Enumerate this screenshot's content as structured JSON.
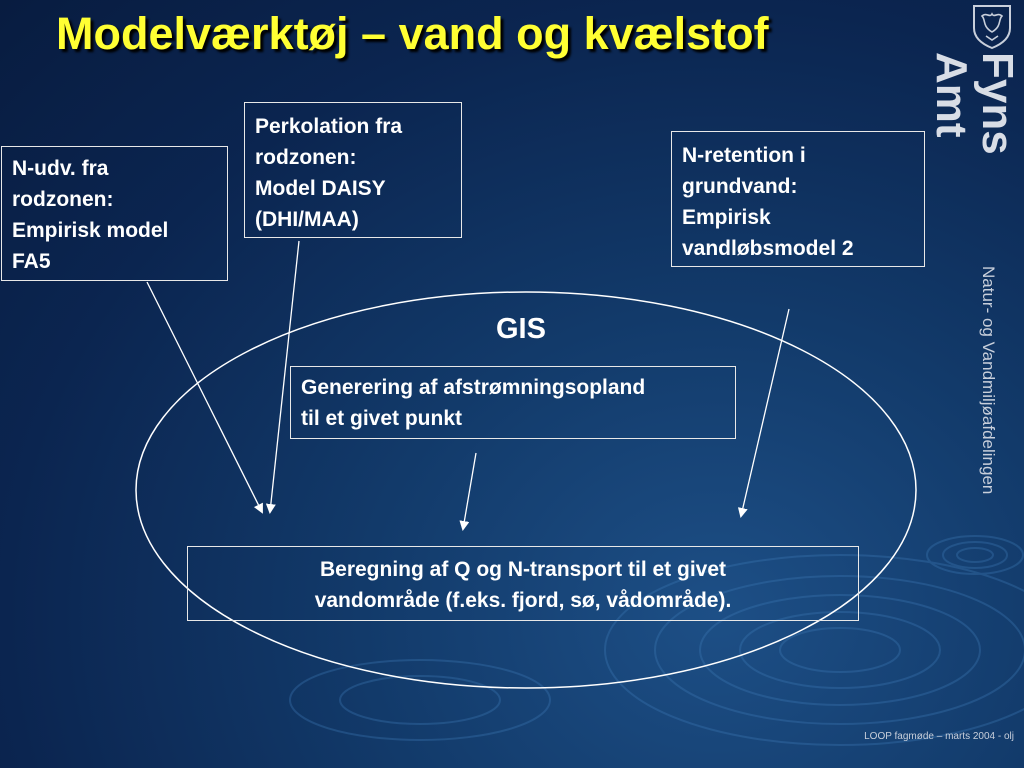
{
  "title": "Modelværktøj – vand og kvælstof",
  "boxes": {
    "nudv": [
      "N-udv. fra",
      "rodzonen:",
      "Empirisk model",
      "FA5"
    ],
    "perk": [
      "Perkolation fra",
      "rodzonen:",
      "Model DAISY",
      "(DHI/MAA)"
    ],
    "nret": [
      "N-retention i",
      "grundvand:",
      "Empirisk",
      "vandløbsmodel 2"
    ],
    "gen": [
      "Generering af afstrømningsopland",
      "til et givet punkt"
    ],
    "bereg": [
      "Beregning af Q og N-transport til et givet",
      "vandområde (f.eks. fjord, sø, vådområde)."
    ]
  },
  "gis_label": "GIS",
  "brand": {
    "line1": "Fyns",
    "line2": "Amt"
  },
  "department": "Natur- og Vandmiljøafdelingen",
  "footer": "LOOP fagmøde  – marts 2004 - olj",
  "colors": {
    "title": "#ffff33",
    "background": "#0b2550",
    "lines": "#ffffff"
  }
}
